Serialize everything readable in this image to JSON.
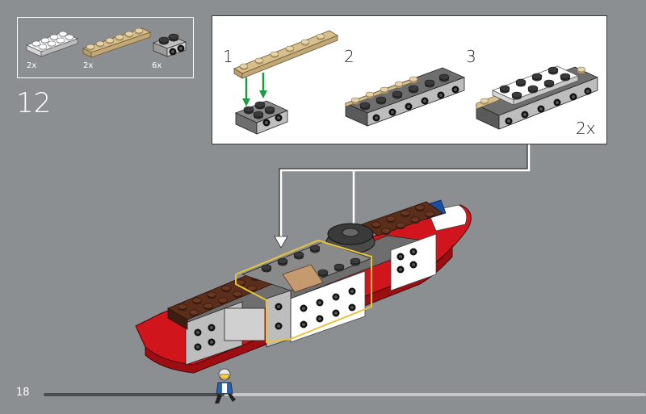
{
  "parts_list": [
    {
      "qty": "2x",
      "name": "white-plate-2x4"
    },
    {
      "qty": "2x",
      "name": "tan-plate-1x6"
    },
    {
      "qty": "6x",
      "name": "gray-brick-1x2-studs"
    }
  ],
  "step": {
    "number": "12"
  },
  "callout": {
    "substeps": [
      "1",
      "2",
      "3"
    ],
    "multiplier": "2x"
  },
  "page": {
    "number": "18"
  },
  "progress": {
    "fraction": 0.3
  },
  "icons": {
    "progress_marker": "minifigure-icon"
  },
  "colors": {
    "background": "#8c8f92",
    "hull_red": "#d0161c",
    "brown": "#5a2e1a",
    "tan": "#d8c08e",
    "highlight": "#e8c43a",
    "arrow_green": "#1e9a44"
  }
}
